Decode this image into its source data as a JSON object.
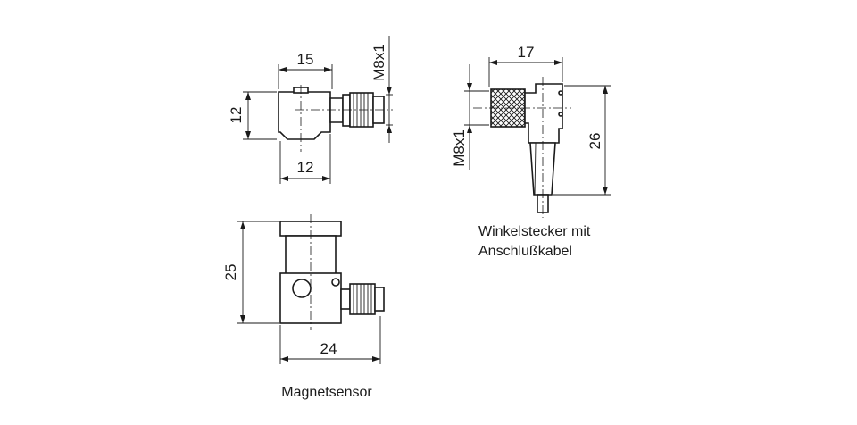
{
  "top_sensor": {
    "dim_width": "15",
    "dim_height": "12",
    "dim_base": "12",
    "dim_thread": "M8x1"
  },
  "magnet_sensor": {
    "dim_height": "25",
    "dim_width": "24",
    "caption": "Magnetsensor"
  },
  "angle_connector": {
    "dim_width": "17",
    "dim_height": "26",
    "dim_thread": "M8x1",
    "caption_line1": "Winkelstecker mit",
    "caption_line2": "Anschlußkabel"
  }
}
